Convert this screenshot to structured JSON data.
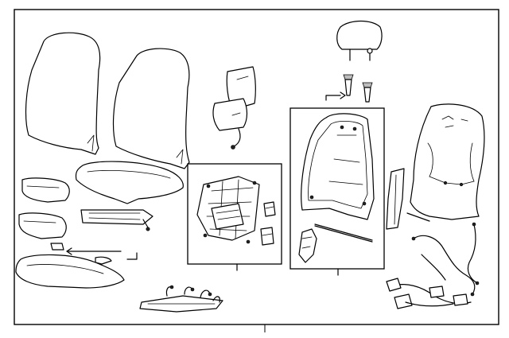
{
  "diagram": {
    "parts": [
      {
        "id": "backrest-cover-outer",
        "icon": "seatback-cover-icon"
      },
      {
        "id": "backrest-cover-inner",
        "icon": "seatback-cover-icon"
      },
      {
        "id": "side-airbag-module",
        "icon": "airbag-icon"
      },
      {
        "id": "headrest",
        "icon": "headrest-icon"
      },
      {
        "id": "headrest-guides",
        "icon": "guide-sleeve-icon"
      },
      {
        "id": "seatback-frame",
        "icon": "frame-icon"
      },
      {
        "id": "seatback-pad",
        "icon": "seat-pad-icon"
      },
      {
        "id": "seatback-panel",
        "icon": "panel-icon"
      },
      {
        "id": "cushion-pad",
        "icon": "seat-pad-icon"
      },
      {
        "id": "cushion-cover",
        "icon": "cushion-cover-icon"
      },
      {
        "id": "side-trim-upper",
        "icon": "trim-icon"
      },
      {
        "id": "side-trim-lower",
        "icon": "trim-icon"
      },
      {
        "id": "heater-element",
        "icon": "heater-icon"
      },
      {
        "id": "adjuster-assembly",
        "icon": "adjuster-icon"
      },
      {
        "id": "seat-harness",
        "icon": "wiring-harness-icon"
      },
      {
        "id": "lumbar-harness",
        "icon": "wiring-harness-icon"
      }
    ]
  }
}
